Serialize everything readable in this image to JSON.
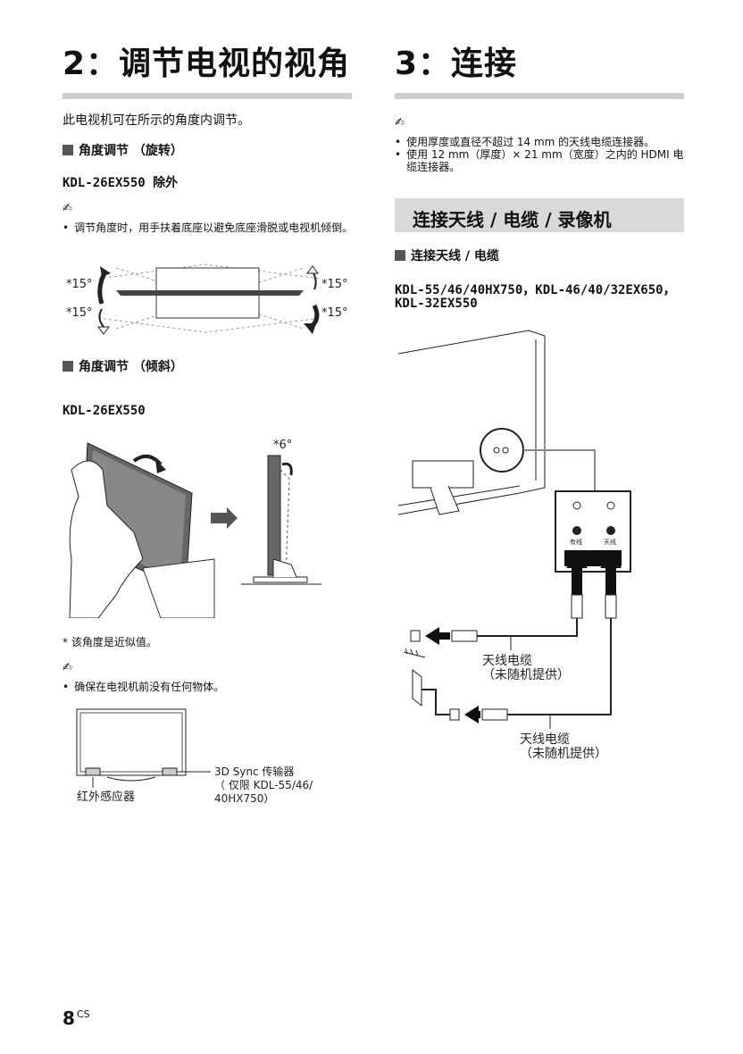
{
  "left": {
    "heading": "2：调节电视的视角",
    "intro": "此电视机可在所示的角度内调节。",
    "swivel_title": "角度调节 （旋转）",
    "swivel_model": "KDL-26EX550 除外",
    "note_icon": "✍",
    "swivel_note": "调节角度时，用手扶着底座以避免底座滑脱或电视机倾倒。",
    "swivel_angles": [
      "*15°",
      "*15°",
      "*15°",
      "*15°"
    ],
    "tilt_title": "角度调节 （倾斜）",
    "tilt_model": "KDL-26EX550",
    "tilt_angle": "*6°",
    "approx_note": "* 该角度是近似值。",
    "front_note": "确保在电视机前没有任何物体。",
    "ir_label": "红外感应器",
    "sync_label_1": "3D Sync 传输器",
    "sync_label_2": "（ 仅限 KDL-55/46/",
    "sync_label_3": "40HX750）"
  },
  "right": {
    "heading": "3：连接",
    "note_icon": "✍",
    "notes": [
      "使用厚度或直径不超过 14 mm 的天线电缆连接器。",
      "使用 12 mm（厚度）× 21 mm（宽度）之内的 HDMI 电缆连接器。"
    ],
    "banner": "连接天线 / 电缆 / 录像机",
    "sub_title": "连接天线 / 电缆",
    "models_line1": "KDL-55/46/40HX750，KDL-46/40/32EX650，",
    "models_line2": "KDL-32EX550",
    "port_labels": [
      "有线",
      "天线"
    ],
    "cable1_label": "天线电缆",
    "cable1_sub": "（未随机提供）",
    "cable2_label": "天线电缆",
    "cable2_sub": "（未随机提供）"
  },
  "footer": {
    "page_number": "8",
    "page_suffix": "CS"
  }
}
